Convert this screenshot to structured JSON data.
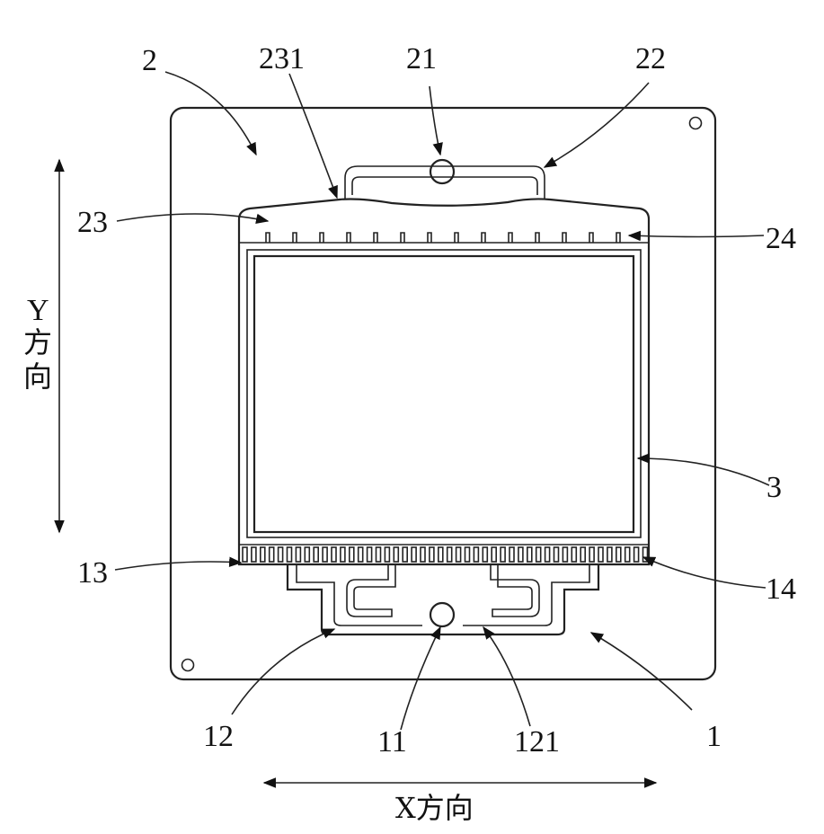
{
  "labels": {
    "l2": "2",
    "l231": "231",
    "l21": "21",
    "l22": "22",
    "l23": "23",
    "l24": "24",
    "l3": "3",
    "l13": "13",
    "l14": "14",
    "l12": "12",
    "l11": "11",
    "l121": "121",
    "l1": "1"
  },
  "axes": {
    "y_letter": "Y",
    "y_char1": "方",
    "y_char2": "向",
    "x_label": "X方向"
  }
}
